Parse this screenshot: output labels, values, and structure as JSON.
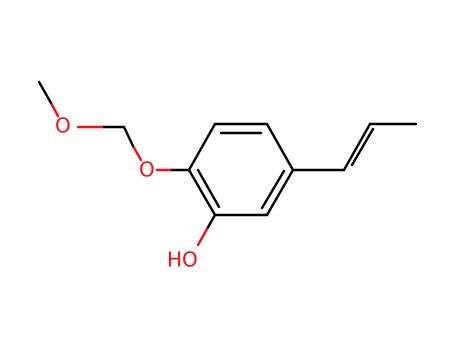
{
  "atoms": {
    "ether_oxygen_1": "O",
    "ether_oxygen_2": "O",
    "hydroxyl": "HO"
  },
  "colors": {
    "bond": "#000000",
    "heteroatom": "#ff0d0d",
    "background": "#ffffff"
  }
}
